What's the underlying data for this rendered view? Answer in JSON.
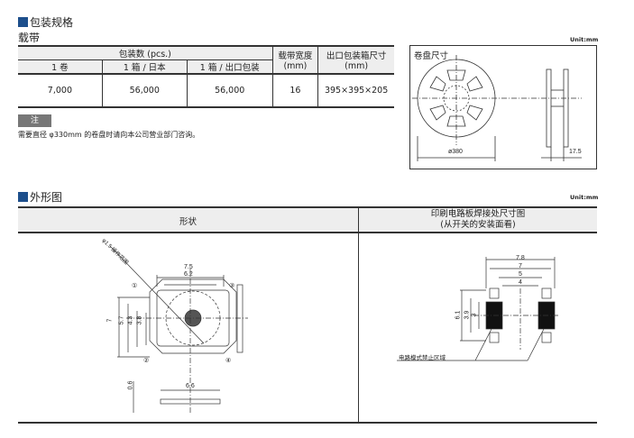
{
  "packaging": {
    "title": "包装规格",
    "subtitle": "载带",
    "headers": {
      "qty": "包装数 (pcs.)",
      "reel": "1 卷",
      "box_japan": "1 箱 / 日本",
      "box_export": "1 箱 / 出口包装",
      "tape_width": "载带宽度",
      "tape_width_unit": "(mm)",
      "export_box": "出口包装箱尺寸",
      "export_box_unit": "(mm)"
    },
    "row": {
      "reel": "7,000",
      "box_japan": "56,000",
      "box_export": "56,000",
      "tape_width": "16",
      "export_box": "395×395×205"
    },
    "note_label": "注",
    "note_text": "需要直径 φ330mm 的卷盘时请向本公司营业部门咨询。"
  },
  "reel": {
    "unit": "Unit:mm",
    "title": "卷盘尺寸",
    "diameter": "ø380",
    "width": "17.5"
  },
  "outline": {
    "title": "外形图",
    "unit": "Unit:mm",
    "col1": "形状",
    "col2_line1": "印刷电路板焊接处尺寸图",
    "col2_line2": "(从开关的安装面看)",
    "shape": {
      "op_range": "φ1.5 操作范围",
      "d75": "7.5",
      "d62": "6.2",
      "d7": "7",
      "d57": "5.7",
      "d43": "4.3",
      "d38": "3.8",
      "p1": "①",
      "p2": "②",
      "p3": "③",
      "p4": "④",
      "h06": "0.6",
      "w66": "6.6"
    },
    "pcb": {
      "d78": "7.8",
      "d7": "7",
      "d5": "5",
      "d4": "4",
      "h61": "6.1",
      "h39": "3.9",
      "h3": "3",
      "forbidden": "电路模式禁止区域"
    }
  }
}
